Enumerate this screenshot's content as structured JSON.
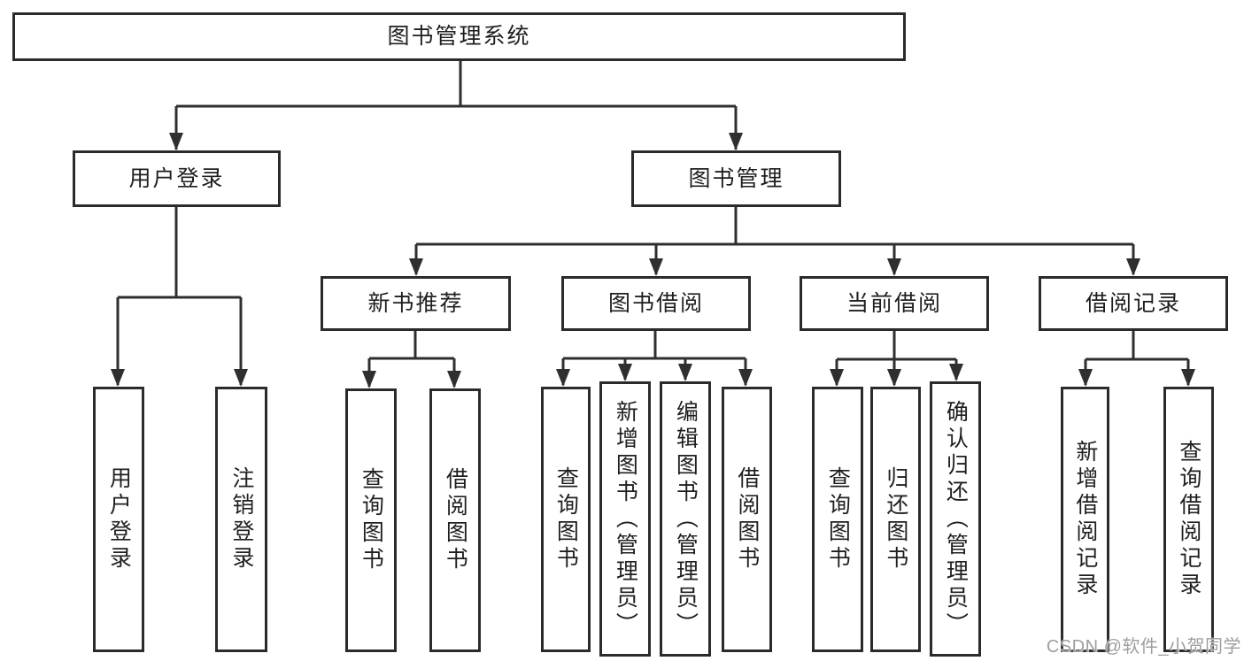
{
  "diagram_title": "图书管理系统",
  "watermark": "CSDN @软件_小贺同学",
  "colors": {
    "line": "#2f2f2f",
    "border": "#2b2b2b",
    "text": "#1f1f1f",
    "watermark": "#9e9e9e",
    "background": "#ffffff"
  },
  "tree": {
    "label": "图书管理系统",
    "children": [
      {
        "label": "用户登录",
        "children": [
          {
            "label": "用户登录"
          },
          {
            "label": "注销登录"
          }
        ]
      },
      {
        "label": "图书管理",
        "children": [
          {
            "label": "新书推荐",
            "children": [
              {
                "label": "查询图书"
              },
              {
                "label": "借阅图书"
              }
            ]
          },
          {
            "label": "图书借阅",
            "children": [
              {
                "label": "查询图书"
              },
              {
                "label": "新增图书（管理员）"
              },
              {
                "label": "编辑图书（管理员）"
              },
              {
                "label": "借阅图书"
              }
            ]
          },
          {
            "label": "当前借阅",
            "children": [
              {
                "label": "查询图书"
              },
              {
                "label": "归还图书"
              },
              {
                "label": "确认归还（管理员）"
              }
            ]
          },
          {
            "label": "借阅记录",
            "children": [
              {
                "label": "新增借阅记录"
              },
              {
                "label": "查询借阅记录"
              }
            ]
          }
        ]
      }
    ]
  }
}
